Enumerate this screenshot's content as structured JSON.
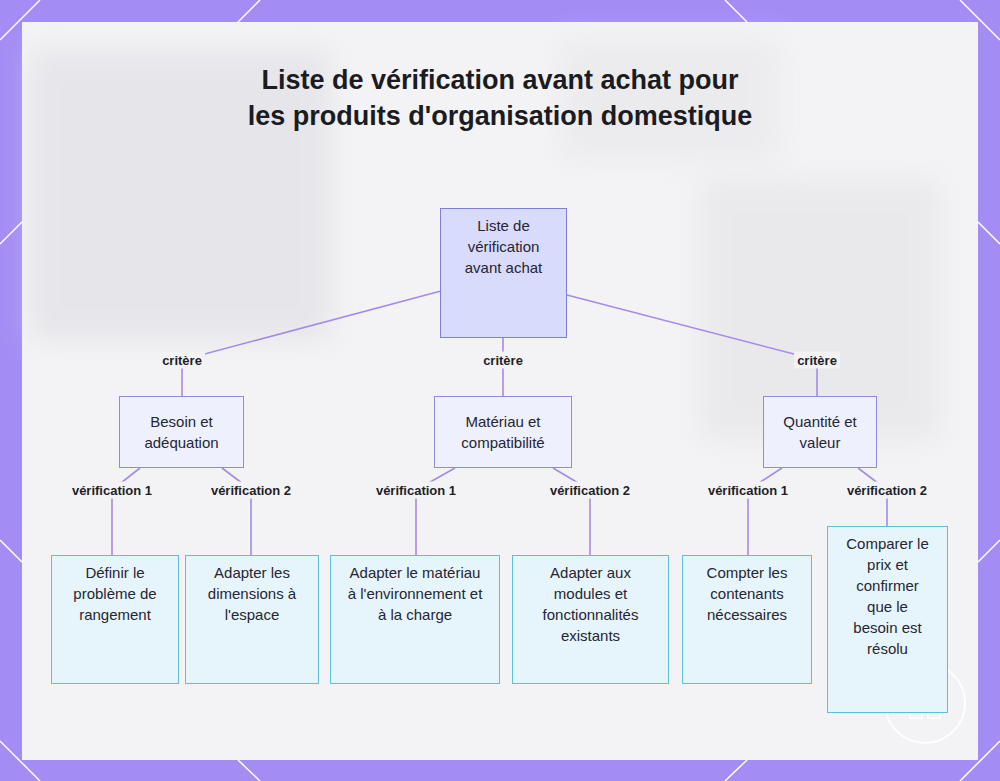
{
  "diagram": {
    "title": "Liste de vérification avant achat pour les produits d'organisation domestique",
    "nodes": [
      {
        "text": [
          "Liste de vérification avant achat"
        ]
      },
      {
        "text": [
          "Besoin et adéquation"
        ]
      },
      {
        "text": [
          "Matériau et compatibilité"
        ]
      },
      {
        "text": [
          "Quantité et valeur"
        ]
      },
      {
        "text": [
          "Définir le problème de rangement"
        ]
      },
      {
        "text": [
          "Adapter les dimensions à l'espace"
        ]
      },
      {
        "text": [
          "Adapter le matériau à l'environnement et à la charge"
        ]
      },
      {
        "text": [
          "Adapter aux modules et fonctionnalités existants"
        ]
      },
      {
        "text": [
          "Compter les contenants nécessaires"
        ]
      },
      {
        "text": [
          "Comparer le prix et confirmer que le besoin est résolu"
        ]
      }
    ],
    "edges": [
      {
        "from": 0,
        "to": 1,
        "label": "critère",
        "arrow": "none"
      },
      {
        "from": 0,
        "to": 2,
        "label": "critère",
        "arrow": "none"
      },
      {
        "from": 0,
        "to": 3,
        "label": "critère",
        "arrow": "none"
      },
      {
        "from": 1,
        "to": 4,
        "label": "vérification 1",
        "arrow": "none"
      },
      {
        "from": 1,
        "to": 5,
        "label": "vérification 2",
        "arrow": "none"
      },
      {
        "from": 2,
        "to": 6,
        "label": "vérification 1",
        "arrow": "none"
      },
      {
        "from": 2,
        "to": 7,
        "label": "vérification 2",
        "arrow": "none"
      },
      {
        "from": 3,
        "to": 8,
        "label": "vérification 1",
        "arrow": "none"
      },
      {
        "from": 3,
        "to": 9,
        "label": "vérification 2",
        "arrow": "none"
      }
    ]
  }
}
